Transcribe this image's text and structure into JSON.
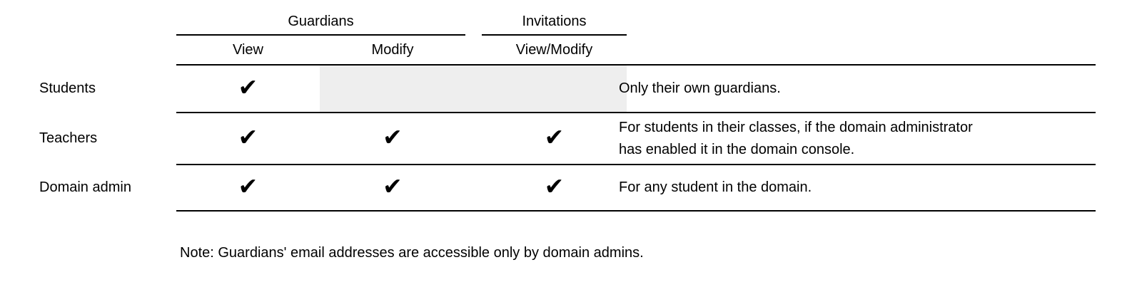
{
  "table": {
    "column_groups": [
      {
        "label": "Guardians"
      },
      {
        "label": "Invitations"
      }
    ],
    "sub_columns": [
      {
        "label": "View"
      },
      {
        "label": "Modify"
      },
      {
        "label": "View/Modify"
      }
    ],
    "check_glyph": "✔",
    "rows": [
      {
        "label": "Students",
        "view": "✔",
        "modify": "",
        "view_modify": "",
        "note": "Only their own guardians."
      },
      {
        "label": "Teachers",
        "view": "✔",
        "modify": "✔",
        "view_modify": "✔",
        "note": "For students in their classes, if the domain administrator\nhas enabled it in the domain console."
      },
      {
        "label": "Domain admin",
        "view": "✔",
        "modify": "✔",
        "view_modify": "✔",
        "note": "For any student in the domain."
      }
    ]
  },
  "footnote": "Note: Guardians' email addresses are accessible only by domain admins.",
  "colors": {
    "text": "#000000",
    "line": "#000000",
    "shaded_cell": "#eeeeee",
    "background": "#ffffff"
  }
}
